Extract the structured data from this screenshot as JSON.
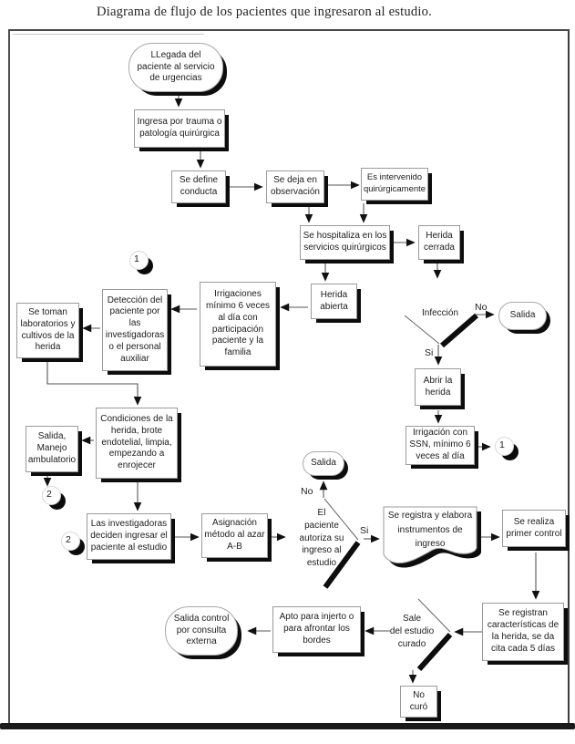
{
  "title": "Diagrama de flujo de los pacientes que ingresaron al estudio.",
  "nodes": {
    "llegada": {
      "label": "LLegada del\npaciente al servicio\nde urgencias"
    },
    "ingresa": {
      "label": "Ingresa por trauma o\npatología quirúrgica"
    },
    "conducta": {
      "label": "Se define\nconducta"
    },
    "observacion": {
      "label": "Se deja en\nobservación"
    },
    "intervenido": {
      "label": "Es intervenido\nquirúrgicamente"
    },
    "hospitaliza": {
      "label": "Se hospitaliza en los\nservicios quirúrgicos"
    },
    "herida_cerrada": {
      "label": "Herida\ncerrada"
    },
    "herida_abierta": {
      "label": "Herida\nabierta"
    },
    "irrigaciones": {
      "label": "Irrigaciones\nmínimo 6 veces\nal día con\nparticipación\npaciente y la\nfamilia"
    },
    "deteccion": {
      "label": "Detección del\npaciente por\nlas\ninvestigadoras\no el personal\nauxiliar"
    },
    "laboratorios": {
      "label": "Se toman\nlaboratorios y\ncultivos de la\nherida"
    },
    "condiciones": {
      "label": "Condiciones de la\nherida, brote\nendotelial, limpia,\nempezando a\nenrojecer"
    },
    "salida_ambulatorio": {
      "label": "Salida,\nManejo\nambulatorio"
    },
    "investigadoras": {
      "label": "Las investigadoras\ndeciden ingresar el\npaciente al estudio"
    },
    "asignacion": {
      "label": "Asignación\nmétodo al azar\nA-B"
    },
    "abrir_herida": {
      "label": "Abrir la\nherida"
    },
    "irrigacion_ssn": {
      "label": "Irrigación con\nSSN, mínimo 6\nveces al día"
    },
    "salida_infeccion": {
      "label": "Salida"
    },
    "salida_autoriza": {
      "label": "Salida"
    },
    "registra": {
      "label": "Se registra y elabora\ninstrumentos de\ningreso"
    },
    "primer_control": {
      "label": "Se realiza\nprimer control"
    },
    "registran": {
      "label": "Se registran\ncaracterísticas de\nla herida, se da\ncita cada 5 días"
    },
    "no_curo": {
      "label": "No\ncuró"
    },
    "apto": {
      "label": "Apto para injerto o\npara afrontar los\nbordes"
    },
    "salida_control": {
      "label": "Salida control\npor consulta\nexterna"
    }
  },
  "decisions": {
    "infeccion": {
      "label": "Infección",
      "yes": "Si",
      "no": "No"
    },
    "autoriza": {
      "label": "El\npaciente\nautoriza su\ningreso al\nestudio",
      "yes": "Si",
      "no": "No"
    },
    "sale_curado": {
      "label": "Sale\ndel estudio\ncurado"
    }
  },
  "connectors": {
    "m1a": "1",
    "m1b": "1",
    "m2a": "2",
    "m2b": "2"
  },
  "colors": {
    "ink": "#1c1c1c",
    "shadow": "#0d0d0d",
    "line": "#555555"
  }
}
